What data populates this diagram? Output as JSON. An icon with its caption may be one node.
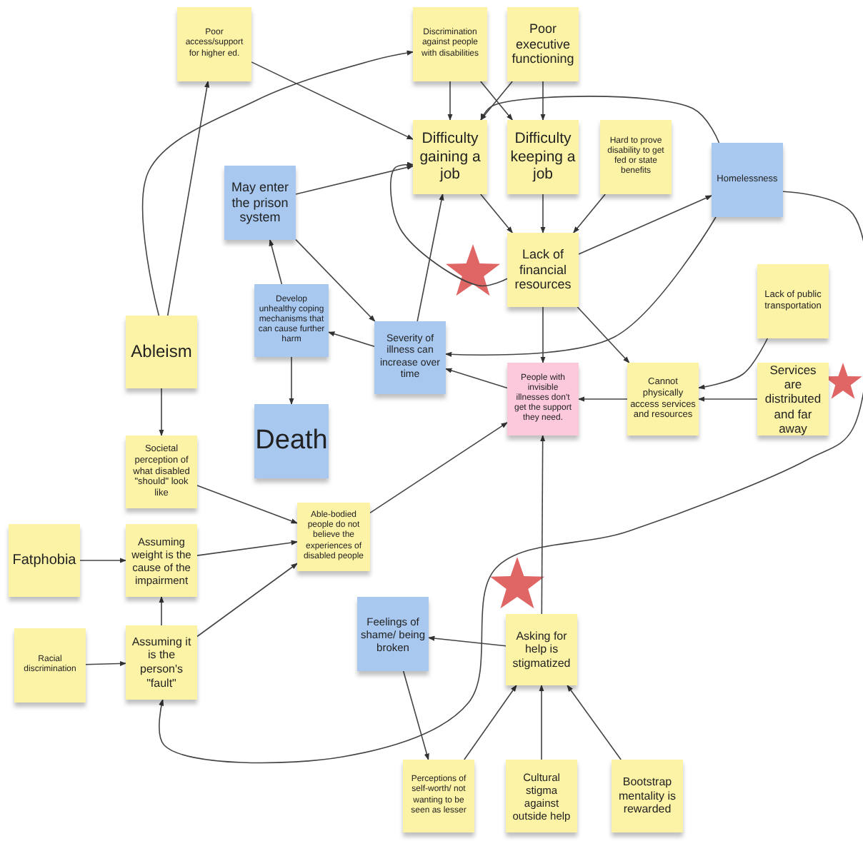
{
  "diagram": {
    "nodes": [
      {
        "text": [
          "Poor access/support for higher ed."
        ]
      },
      {
        "text": [
          "Discrimination against people with disabilities"
        ]
      },
      {
        "text": [
          "Poor executive functioning"
        ]
      },
      {
        "text": [
          "Difficulty gaining a job"
        ]
      },
      {
        "text": [
          "Difficulty keeping a job"
        ]
      },
      {
        "text": [
          "Hard to prove disability to get fed or state benefits"
        ]
      },
      {
        "text": [
          "Homelessness"
        ]
      },
      {
        "text": [
          "May enter the prison system"
        ]
      },
      {
        "text": [
          "Lack of financial resources"
        ]
      },
      {
        "text": [
          "Lack of public transportation"
        ]
      },
      {
        "text": [
          "Ableism"
        ]
      },
      {
        "text": [
          "Develop unhealthy coping mechanisms that can cause further harm"
        ]
      },
      {
        "text": [
          "Severity of illness can increase over time"
        ]
      },
      {
        "text": [
          "People with invisible illnesses don't get the support they need."
        ]
      },
      {
        "text": [
          "Cannot physically access services and resources"
        ]
      },
      {
        "text": [
          "Services are distributed and far away"
        ]
      },
      {
        "text": [
          "Death"
        ]
      },
      {
        "text": [
          "Societal perception of what disabled \"should\" look like"
        ]
      },
      {
        "text": [
          "Able-bodied people do not believe the experiences of disabled people"
        ]
      },
      {
        "text": [
          "Fatphobia"
        ]
      },
      {
        "text": [
          "Assuming weight is the cause of the impairment"
        ]
      },
      {
        "text": [
          "Feelings of shame/ being broken"
        ]
      },
      {
        "text": [
          "Asking for help is stigmatized"
        ]
      },
      {
        "text": [
          "Racial discrimination"
        ]
      },
      {
        "text": [
          "Assuming it is the person's \"fault\""
        ]
      },
      {
        "text": [
          "Perceptions of self-worth/ not wanting to be seen as lesser"
        ]
      },
      {
        "text": [
          "Cultural stigma against outside help"
        ]
      },
      {
        "text": [
          "Bootstrap mentality is rewarded"
        ]
      }
    ],
    "edges": [
      {
        "from": 10,
        "to": 0,
        "arrow": "to"
      },
      {
        "from": 10,
        "to": 1,
        "arrow": "to"
      },
      {
        "from": 0,
        "to": 3,
        "arrow": "to"
      },
      {
        "from": 1,
        "to": 3,
        "arrow": "to"
      },
      {
        "from": 1,
        "to": 4,
        "arrow": "to"
      },
      {
        "from": 2,
        "to": 3,
        "arrow": "to"
      },
      {
        "from": 2,
        "to": 4,
        "arrow": "to"
      },
      {
        "from": 7,
        "to": 3,
        "arrow": "to"
      },
      {
        "from": 7,
        "to": 12,
        "arrow": "to"
      },
      {
        "from": 12,
        "to": 3,
        "arrow": "to"
      },
      {
        "from": 8,
        "to": 3,
        "arrow": "to"
      },
      {
        "from": 3,
        "to": 8,
        "arrow": "to"
      },
      {
        "from": 4,
        "to": 8,
        "arrow": "to"
      },
      {
        "from": 5,
        "to": 8,
        "arrow": "to"
      },
      {
        "from": 6,
        "to": 3,
        "arrow": "to"
      },
      {
        "from": 8,
        "to": 6,
        "arrow": "to"
      },
      {
        "from": 6,
        "to": 12,
        "arrow": "to"
      },
      {
        "from": 6,
        "to": 24,
        "arrow": "to"
      },
      {
        "from": 8,
        "to": 13,
        "arrow": "to"
      },
      {
        "from": 8,
        "to": 14,
        "arrow": "to"
      },
      {
        "from": 13,
        "to": 12,
        "arrow": "to"
      },
      {
        "from": 14,
        "to": 13,
        "arrow": "to"
      },
      {
        "from": 15,
        "to": 14,
        "arrow": "to"
      },
      {
        "from": 9,
        "to": 14,
        "arrow": "to"
      },
      {
        "from": 12,
        "to": 11,
        "arrow": "to"
      },
      {
        "from": 11,
        "to": 7,
        "arrow": "to"
      },
      {
        "from": 11,
        "to": 16,
        "arrow": "to"
      },
      {
        "from": 10,
        "to": 17,
        "arrow": "to"
      },
      {
        "from": 17,
        "to": 18,
        "arrow": "to"
      },
      {
        "from": 19,
        "to": 20,
        "arrow": "to"
      },
      {
        "from": 20,
        "to": 18,
        "arrow": "to"
      },
      {
        "from": 23,
        "to": 24,
        "arrow": "to"
      },
      {
        "from": 24,
        "to": 20,
        "arrow": "to"
      },
      {
        "from": 24,
        "to": 18,
        "arrow": "to"
      },
      {
        "from": 18,
        "to": 13,
        "arrow": "to"
      },
      {
        "from": 22,
        "to": 13,
        "arrow": "to"
      },
      {
        "from": 22,
        "to": 21,
        "arrow": "to"
      },
      {
        "from": 21,
        "to": 25,
        "arrow": "to"
      },
      {
        "from": 25,
        "to": 22,
        "arrow": "to"
      },
      {
        "from": 26,
        "to": 22,
        "arrow": "to"
      },
      {
        "from": 27,
        "to": 22,
        "arrow": "to"
      }
    ]
  }
}
